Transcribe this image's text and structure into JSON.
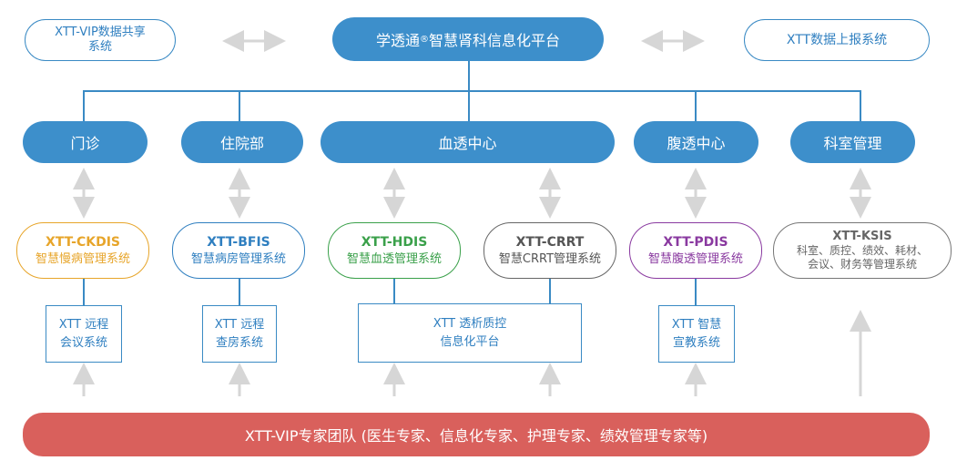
{
  "top": {
    "left_box": {
      "line1": "XTT-VIP数据共享",
      "line2": "系统"
    },
    "center": {
      "prefix": "学透通",
      "reg": "®",
      "suffix": "智慧肾科信息化平台"
    },
    "right_box": "XTT数据上报系统"
  },
  "departments": [
    "门诊",
    "住院部",
    "血透中心",
    "腹透中心",
    "科室管理"
  ],
  "systems": [
    {
      "code": "XTT-CKDIS",
      "name": "智慧慢病管理系统",
      "color": "#e7a52a"
    },
    {
      "code": "XTT-BFIS",
      "name": "智慧病房管理系统",
      "color": "#2f7fc0"
    },
    {
      "code": "XTT-HDIS",
      "name": "智慧血透管理系统",
      "color": "#3aa04a"
    },
    {
      "code": "XTT-CRRT",
      "name": "智慧CRRT管理系统",
      "color": "#555555"
    },
    {
      "code": "XTT-PDIS",
      "name": "智慧腹透管理系统",
      "color": "#8a3aa0"
    },
    {
      "code": "XTT-KSIS",
      "name_line1": "科室、质控、绩效、耗材、",
      "name_line2": "会议、财务等管理系统",
      "color": "#666666"
    }
  ],
  "sub_boxes": [
    {
      "line1": "XTT 远程",
      "line2": "会议系统"
    },
    {
      "line1": "XTT 远程",
      "line2": "查房系统"
    },
    {
      "line1": "XTT 透析质控",
      "line2": "信息化平台"
    },
    {
      "line1": "XTT 智慧",
      "line2": "宣教系统"
    }
  ],
  "bottom_bar": "XTT-VIP专家团队 (医生专家、信息化专家、护理专家、绩效管理专家等)",
  "colors": {
    "blue": "#3d8fcb",
    "red": "#d9605c",
    "arrow": "#d8d8d8"
  }
}
